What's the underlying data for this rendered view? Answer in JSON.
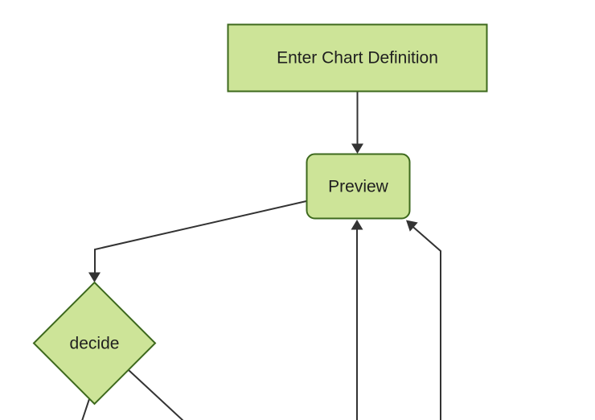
{
  "diagram": {
    "type": "flowchart",
    "direction": "top-down",
    "nodes": [
      {
        "id": "A",
        "label": "Enter Chart Definition",
        "shape": "rectangle"
      },
      {
        "id": "B",
        "label": "Preview",
        "shape": "rounded-rectangle"
      },
      {
        "id": "C",
        "label": "decide",
        "shape": "diamond"
      }
    ],
    "edges": [
      {
        "from": "Enter Chart Definition",
        "to": "Preview",
        "arrow": true
      },
      {
        "from": "Preview",
        "to": "decide",
        "arrow": true
      },
      {
        "from": "offscreen-bottom-center",
        "to": "Preview",
        "arrow": true
      },
      {
        "from": "offscreen-bottom-right",
        "to": "Preview",
        "arrow": true
      },
      {
        "from": "decide",
        "to": "offscreen-bottom-left",
        "arrow": false
      },
      {
        "from": "decide",
        "to": "offscreen-bottom-right",
        "arrow": false
      }
    ]
  },
  "colors": {
    "background": "#ffffff",
    "node_fill": "#cde498",
    "node_border": "#3d691d",
    "edge_color": "#333333",
    "text_color": "#1f1f1f"
  }
}
